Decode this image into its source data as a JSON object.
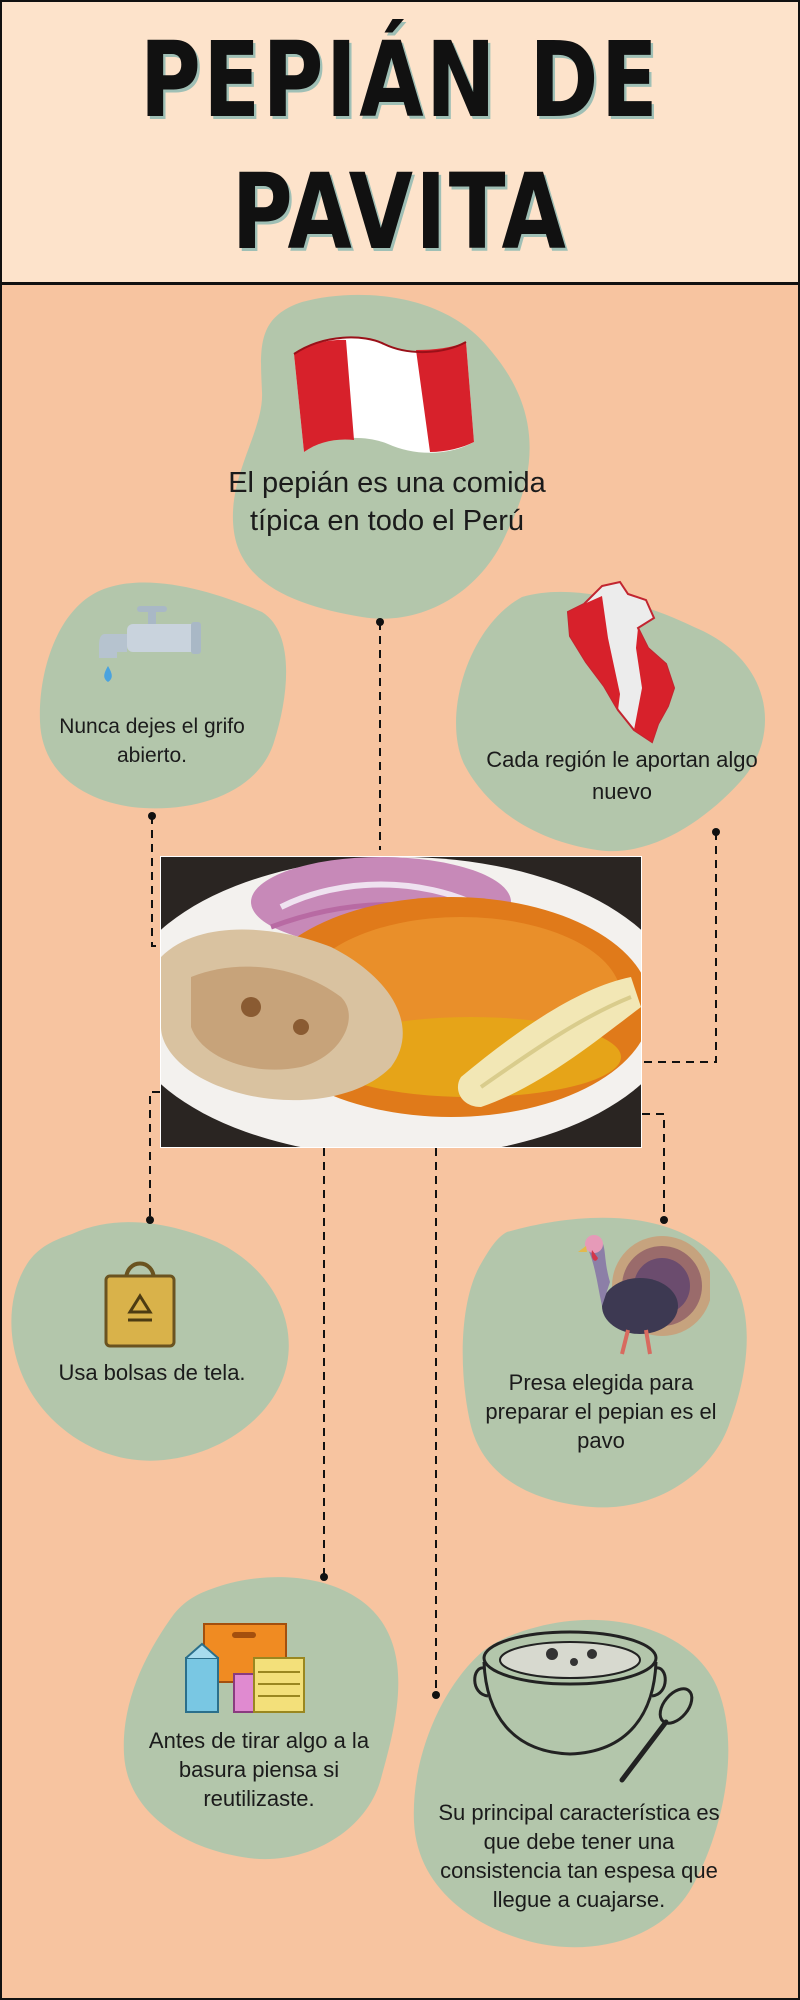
{
  "title": "PEPIÁN DE PAVITA",
  "colors": {
    "page_background": "#f7c4a0",
    "header_background": "#fde3cb",
    "blob_green": "#b3c6ab",
    "title_shadow": "#9fbfb5"
  },
  "cards": [
    {
      "id": "intro",
      "icon": "peru-flag-icon",
      "text": "El pepián es una comida típica en todo el Perú"
    },
    {
      "id": "tap",
      "icon": "water-tap-icon",
      "text": "Nunca dejes el grifo abierto."
    },
    {
      "id": "regions",
      "icon": "peru-map-icon",
      "text": "Cada región le aportan algo nuevo"
    },
    {
      "id": "bags",
      "icon": "cloth-bag-icon",
      "text": "Usa bolsas de tela."
    },
    {
      "id": "turkey",
      "icon": "turkey-icon",
      "text": "Presa elegida para preparar el pepian es el pavo"
    },
    {
      "id": "reuse",
      "icon": "recycle-boxes-icon",
      "text": "Antes de tirar algo a la basura piensa si reutilizaste."
    },
    {
      "id": "soup",
      "icon": "soup-bowl-icon",
      "text": "Su principal característica es que debe tener una consistencia tan espesa que llegue a cuajarse."
    }
  ],
  "photo": {
    "icon": "pepian-dish-photo"
  }
}
